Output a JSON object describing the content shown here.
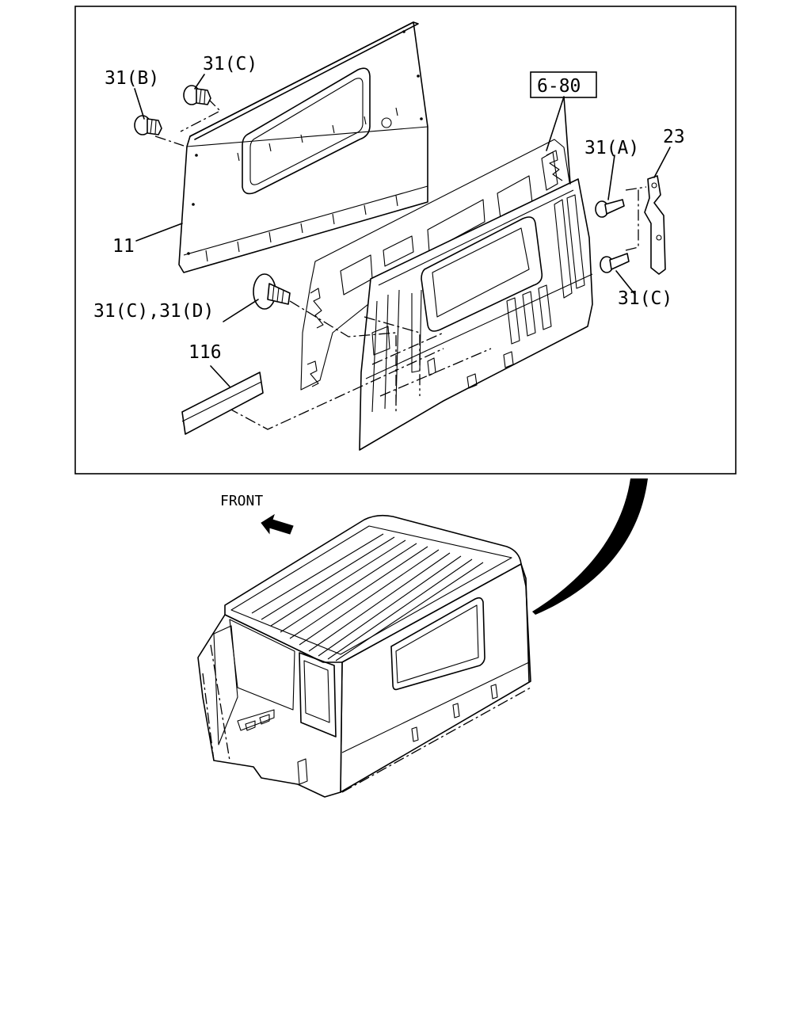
{
  "callouts": {
    "c31b": "31(B)",
    "c31c_top": "31(C)",
    "c680": "6-80",
    "c31a": "31(A)",
    "c23": "23",
    "c11": "11",
    "c31cd": "31(C),31(D)",
    "c31c_right": "31(C)",
    "c116": "116"
  },
  "direction": {
    "label": "FRONT",
    "icon": "arrow-left-icon"
  },
  "colors": {
    "line": "#000000",
    "background": "#ffffff"
  }
}
